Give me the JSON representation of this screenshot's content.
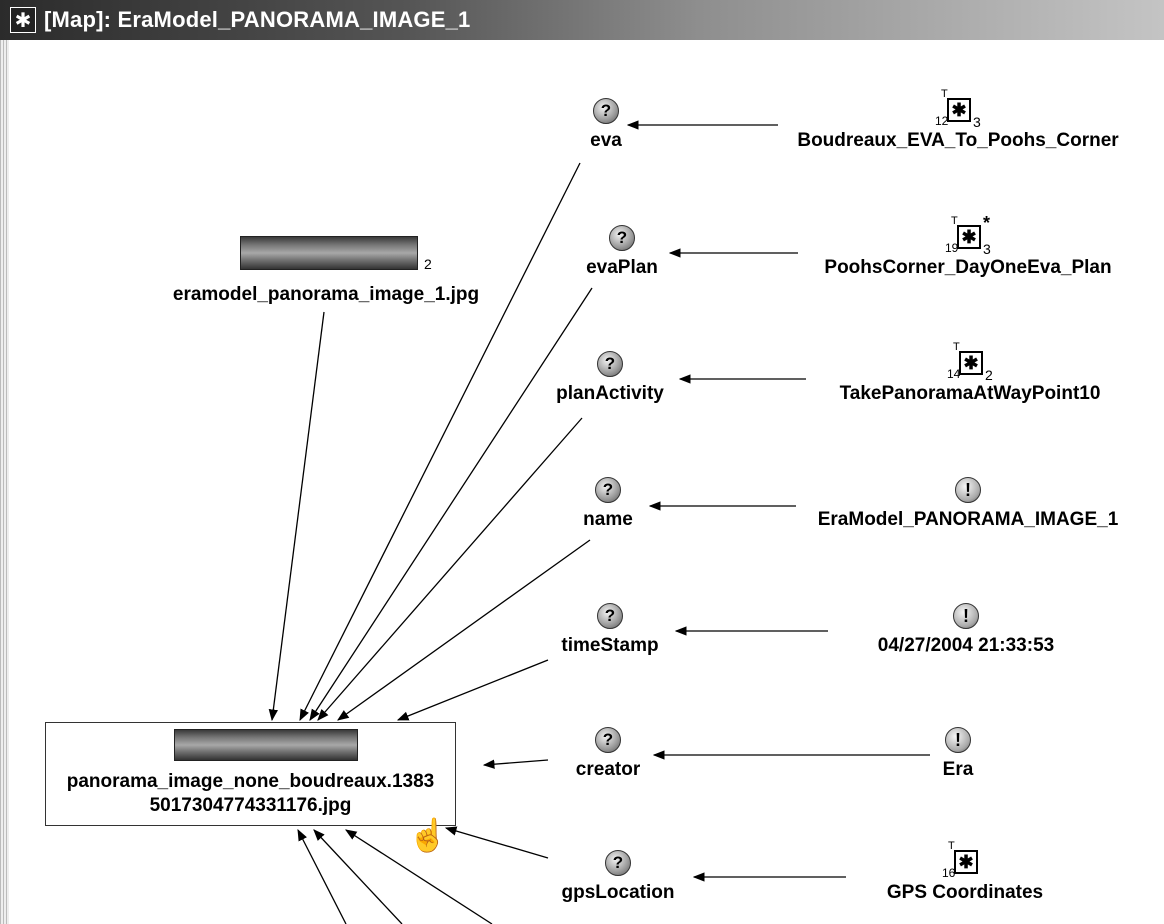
{
  "window": {
    "title": "[Map]: EraModel_PANORAMA_IMAGE_1",
    "icon": "asterisk-box-icon"
  },
  "image_node": {
    "label": "eramodel_panorama_image_1.jpg",
    "count": "2"
  },
  "selected_node": {
    "line1": "panorama_image_none_boudreaux.1383",
    "line2": "5017304774331176.jpg"
  },
  "slots": [
    {
      "name": "eva",
      "value": "Boudreaux_EVA_To_Poohs_Corner",
      "kind": "instance",
      "sub": "12",
      "count": "3",
      "star": ""
    },
    {
      "name": "evaPlan",
      "value": "PoohsCorner_DayOneEva_Plan",
      "kind": "instance",
      "sub": "19",
      "count": "3",
      "star": "*"
    },
    {
      "name": "planActivity",
      "value": "TakePanoramaAtWayPoint10",
      "kind": "instance",
      "sub": "14",
      "count": "2",
      "star": ""
    },
    {
      "name": "name",
      "value": "EraModel_PANORAMA_IMAGE_1",
      "kind": "literal"
    },
    {
      "name": "timeStamp",
      "value": "04/27/2004 21:33:53",
      "kind": "literal"
    },
    {
      "name": "creator",
      "value": "Era",
      "kind": "literal"
    },
    {
      "name": "gpsLocation",
      "value": "GPS Coordinates",
      "kind": "instance",
      "sub": "16",
      "count": "",
      "star": ""
    }
  ],
  "glyphs": {
    "unknown": "?",
    "literal": "!",
    "instance": "✱",
    "type_marker": "T"
  }
}
